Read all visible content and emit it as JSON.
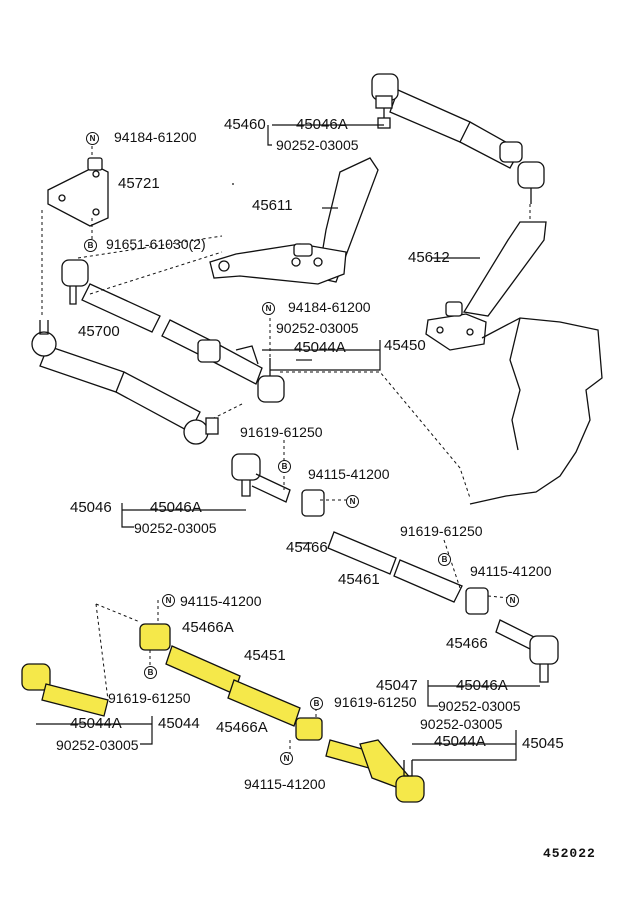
{
  "colors": {
    "line": "#111111",
    "highlight": "#f5e84a",
    "background": "#ffffff"
  },
  "diagram_code": "452022",
  "parts": {
    "p_94184_top": "94184-61200",
    "p_45721": "45721",
    "p_91651": "91651-61030(2)",
    "p_45460": "45460",
    "p_45046A_top": "45046A",
    "p_90252_top": "90252-03005",
    "p_45611": "45611",
    "p_45612": "45612",
    "p_45700": "45700",
    "p_94184_mid": "94184-61200",
    "p_90252_mid": "90252-03005",
    "p_45044A_mid": "45044A",
    "p_45450": "45450",
    "p_91619_a": "91619-61250",
    "p_94115_a": "94115-41200",
    "p_45046": "45046",
    "p_45046A_mid": "45046A",
    "p_90252_l": "90252-03005",
    "p_45466_a": "45466",
    "p_45461": "45461",
    "p_91619_b": "91619-61250",
    "p_94115_b": "94115-41200",
    "p_45466_b": "45466",
    "p_94115_c": "94115-41200",
    "p_45466A_a": "45466A",
    "p_45451": "45451",
    "p_91619_c": "91619-61250",
    "p_45047": "45047",
    "p_45046A_r": "45046A",
    "p_90252_r": "90252-03005",
    "p_91619_d": "91619-61250",
    "p_45466A_b": "45466A",
    "p_90252_r2": "90252-03005",
    "p_45044A_r": "45044A",
    "p_45045": "45045",
    "p_45044A_l": "45044A",
    "p_45044": "45044",
    "p_90252_bl": "90252-03005",
    "p_94115_d": "94115-41200"
  },
  "badges": {
    "N": "N",
    "B": "B"
  }
}
